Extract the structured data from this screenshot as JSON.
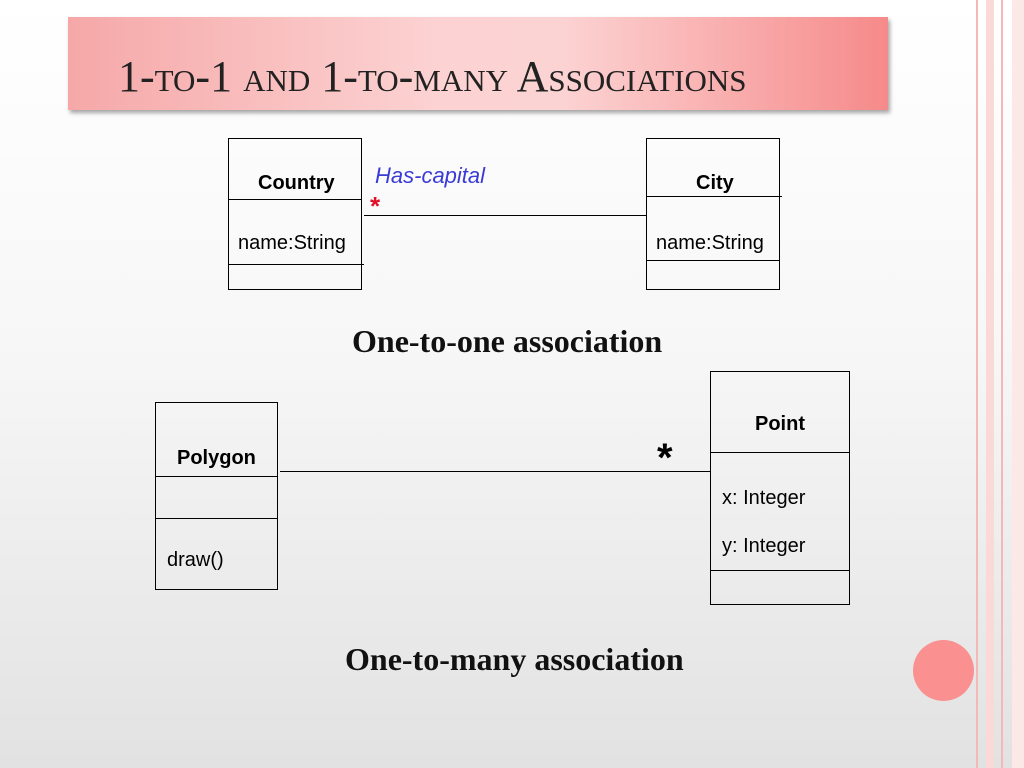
{
  "title": "1-to-1 and 1-to-many Associations",
  "one_to_one": {
    "left_class": {
      "name": "Country",
      "attribute": "name:String"
    },
    "right_class": {
      "name": "City",
      "attribute": "name:String"
    },
    "association_label": "Has-capital",
    "multiplicity": "*",
    "multiplicity_color": "#e0102a",
    "caption": "One-to-one association"
  },
  "one_to_many": {
    "left_class": {
      "name": "Polygon",
      "method": "draw()"
    },
    "right_class": {
      "name": "Point",
      "attributes": [
        "x: Integer",
        "y: Integer"
      ]
    },
    "multiplicity": "*",
    "caption": "One-to-many association"
  },
  "colors": {
    "banner_pink": "#f68a8a",
    "association_label": "#3b3bd6",
    "accent_circle": "#fa9090"
  }
}
